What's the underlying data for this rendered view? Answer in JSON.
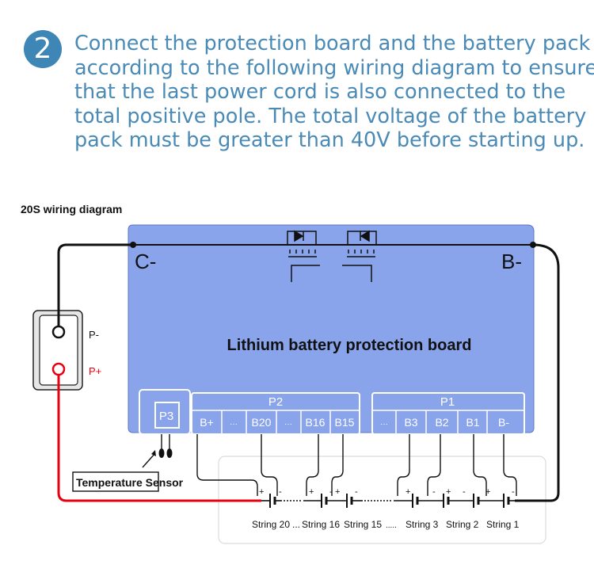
{
  "header": {
    "step_number": "2",
    "lines": [
      "Connect the protection board and the battery pack",
      "according to the following wiring diagram to ensure",
      "that the last power cord is also connected to the",
      "total positive pole. The total voltage of the battery",
      "pack must be greater than 40V before starting up."
    ]
  },
  "diagram": {
    "title": "20S wiring diagram",
    "board_label": "Lithium battery protection board",
    "c_minus": "C-",
    "b_minus": "B-",
    "p_minus": "P-",
    "p_plus": "P+",
    "p3": "P3",
    "p2": "P2",
    "p1": "P1",
    "p2_pins": [
      "B+",
      "···",
      "B20",
      "···",
      "B16",
      "B15"
    ],
    "p1_pins": [
      "···",
      "B3",
      "B2",
      "B1",
      "B-"
    ],
    "temperature_sensor": "Temperature Sensor",
    "strings": [
      "String 20",
      "String 16",
      "String 15",
      "String 3",
      "String 2",
      "String 1"
    ],
    "ellipsis": "...",
    "ellipsis_long": ".....",
    "plus": "+",
    "minus": "-",
    "colors": {
      "board": "#8aa4ec",
      "title_blue": "#4a8ab6",
      "circle_blue": "#3d86b6",
      "positive_wire": "#e60012",
      "wire": "#111111"
    }
  }
}
